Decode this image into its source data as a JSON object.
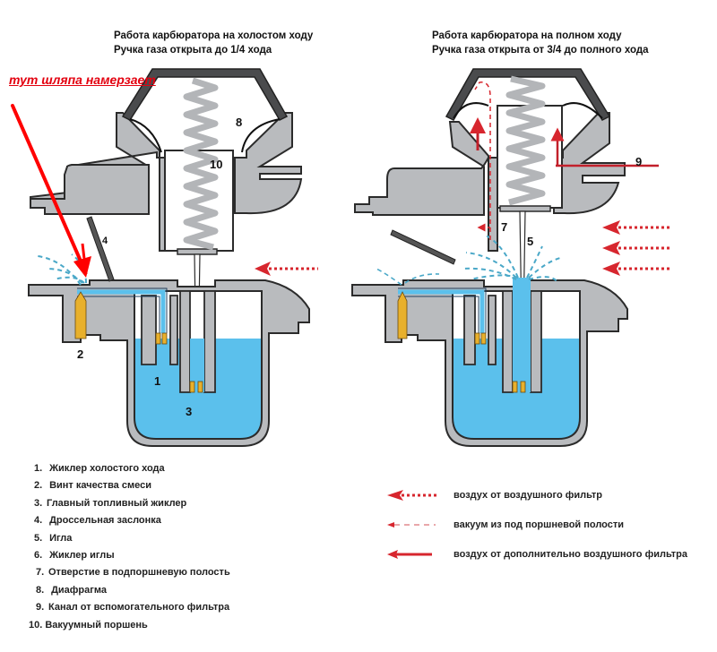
{
  "titles": {
    "left": [
      "Работа карбюратора на холостом ходу",
      "Ручка газа открыта до 1/4 хода"
    ],
    "right": [
      "Работа карбюратора на полном ходу",
      "Ручка газа открыта от 3/4 до полного хода"
    ]
  },
  "annotation": {
    "note": "тут шляпа намерзает",
    "color": "#e3000f"
  },
  "part_labels": {
    "left": [
      "8",
      "10",
      "4",
      "2",
      "1",
      "3"
    ],
    "right": [
      "9",
      "7",
      "5"
    ]
  },
  "parts_legend": [
    {
      "num": "1.",
      "label": "Жиклер холостого хода"
    },
    {
      "num": "2.",
      "label": "Винт качества смеси"
    },
    {
      "num": "3.",
      "label": "Главный топливный жиклер"
    },
    {
      "num": "4.",
      "label": "Дроссельная заслонка"
    },
    {
      "num": "5.",
      "label": "Игла"
    },
    {
      "num": "6.",
      "label": "Жиклер иглы"
    },
    {
      "num": "7.",
      "label": "Отверстие в подпоршневую полость"
    },
    {
      "num": "8.",
      "label": "Диафрагма"
    },
    {
      "num": "9.",
      "label": "Канал от вспомогательного фильтра"
    },
    {
      "num": "10.",
      "label": "Вакуумный поршень"
    }
  ],
  "flow_legend": [
    {
      "icon": "dotted-arrow-left-icon",
      "label": "воздух от воздушного фильтр"
    },
    {
      "icon": "dashed-arrow-left-icon",
      "label": "вакуум из под поршневой полости"
    },
    {
      "icon": "solid-arrow-left-icon",
      "label": "воздух от дополнительно воздушного фильтра"
    }
  ],
  "colors": {
    "body": "#b9bbbe",
    "outline": "#2b2b2b",
    "cap": "#4a4b4d",
    "fuel": "#5bc0ec",
    "jet": "#e8b02c",
    "air_arrow": "#d7262e",
    "spray": "#4aa8c8"
  }
}
